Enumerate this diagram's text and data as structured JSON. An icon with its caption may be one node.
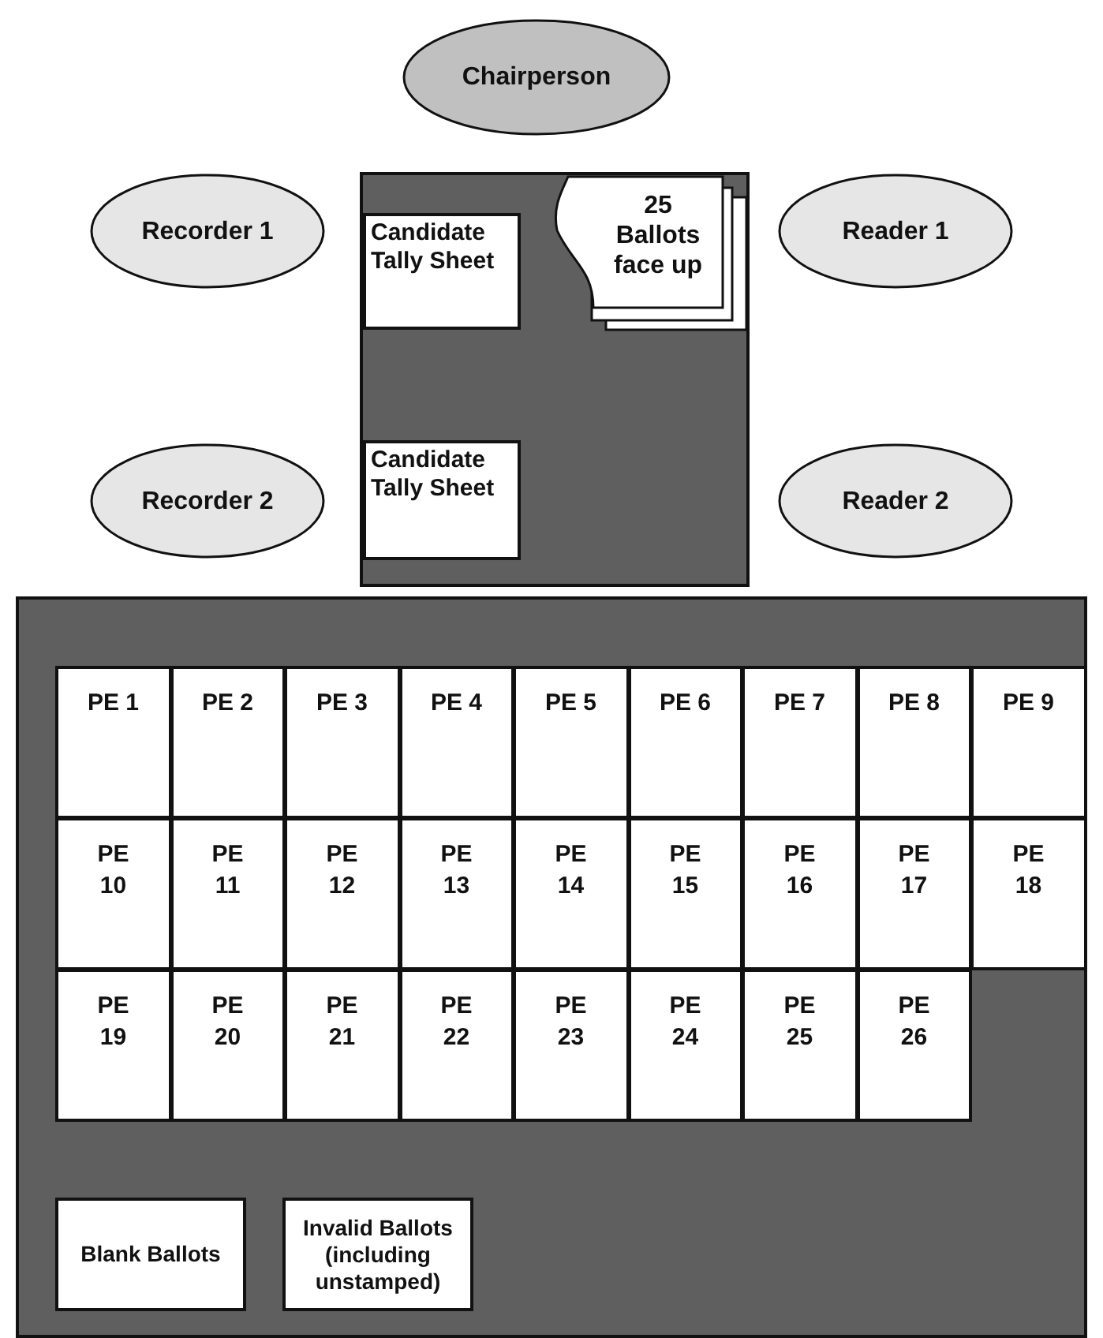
{
  "diagram": {
    "nodes": [
      {
        "text": [
          "Chairperson"
        ]
      },
      {
        "text": [
          "Recorder 1"
        ]
      },
      {
        "text": [],
        "shape": "box"
      },
      {
        "text": [
          "Candidate Tally Sheet"
        ],
        "in": 2
      },
      {
        "text": [
          "25 Ballots face up"
        ],
        "in": 2
      },
      {
        "text": [
          "Reader 1"
        ]
      },
      {
        "text": [
          "Recorder 2"
        ]
      },
      {
        "text": [
          "Candidate Tally Sheet"
        ],
        "in": 2
      },
      {
        "text": [
          "Reader 2"
        ]
      },
      {
        "text": [],
        "shape": "box"
      },
      {
        "text": [
          "PE 1"
        ],
        "in": 9
      },
      {
        "text": [
          "PE 2"
        ],
        "in": 9
      },
      {
        "text": [
          "PE 3"
        ],
        "in": 9
      },
      {
        "text": [
          "PE 4"
        ],
        "in": 9
      },
      {
        "text": [
          "PE 5"
        ],
        "in": 9
      },
      {
        "text": [
          "PE 6"
        ],
        "in": 9
      },
      {
        "text": [
          "PE 7"
        ],
        "in": 9
      },
      {
        "text": [
          "PE 8"
        ],
        "in": 9
      },
      {
        "text": [
          "PE 9"
        ],
        "in": 9
      },
      {
        "text": [
          "PE 10"
        ],
        "in": 9
      },
      {
        "text": [
          "PE 11"
        ],
        "in": 9
      },
      {
        "text": [
          "PE 12"
        ],
        "in": 9
      },
      {
        "text": [
          "PE 13"
        ],
        "in": 9
      },
      {
        "text": [
          "PE 14"
        ],
        "in": 9
      },
      {
        "text": [
          "PE 15"
        ],
        "in": 9
      },
      {
        "text": [
          "PE 16"
        ],
        "in": 9
      },
      {
        "text": [
          "PE 17"
        ],
        "in": 9
      },
      {
        "text": [
          "PE 18"
        ],
        "in": 9
      },
      {
        "text": [
          "PE 19"
        ],
        "in": 9
      },
      {
        "text": [
          "PE 20"
        ],
        "in": 9
      },
      {
        "text": [
          "PE 21"
        ],
        "in": 9
      },
      {
        "text": [
          "PE 22"
        ],
        "in": 9
      },
      {
        "text": [
          "PE 23"
        ],
        "in": 9
      },
      {
        "text": [
          "PE 24"
        ],
        "in": 9
      },
      {
        "text": [
          "PE 25"
        ],
        "in": 9
      },
      {
        "text": [
          "PE 26"
        ],
        "in": 9
      },
      {
        "text": [
          "Blank Ballots"
        ],
        "in": 9
      },
      {
        "text": [
          "Invalid Ballots (including unstamped)"
        ],
        "in": 9
      }
    ]
  }
}
